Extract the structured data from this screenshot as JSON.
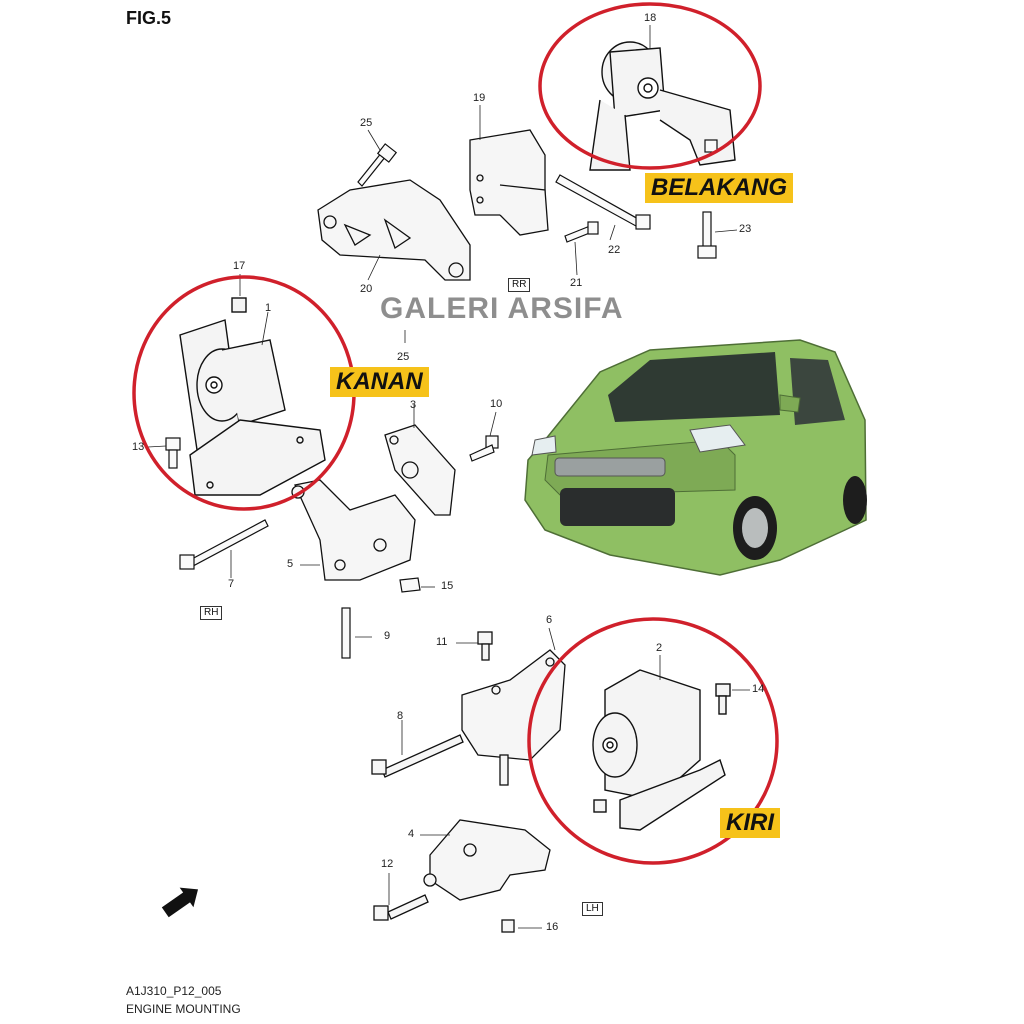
{
  "figure": {
    "title": "FIG.5"
  },
  "watermark": "GALERI ARSIFA",
  "tags": {
    "rear": "BELAKANG",
    "right": "KANAN",
    "left": "KIRI"
  },
  "position_labels": {
    "rr": "RR",
    "rh": "RH",
    "lh": "LH",
    "fwd": "FWD"
  },
  "callouts": [
    "1",
    "2",
    "3",
    "4",
    "5",
    "6",
    "7",
    "8",
    "9",
    "10",
    "11",
    "12",
    "13",
    "14",
    "15",
    "16",
    "17",
    "18",
    "19",
    "20",
    "21",
    "22",
    "23",
    "25",
    "25"
  ],
  "footer": {
    "code": "A1J310_P12_005",
    "caption": "ENGINE MOUNTING"
  },
  "colors": {
    "highlight_circle": "#d0202b",
    "tag_background": "#f6c21a",
    "car_body": "#8fbf63"
  }
}
